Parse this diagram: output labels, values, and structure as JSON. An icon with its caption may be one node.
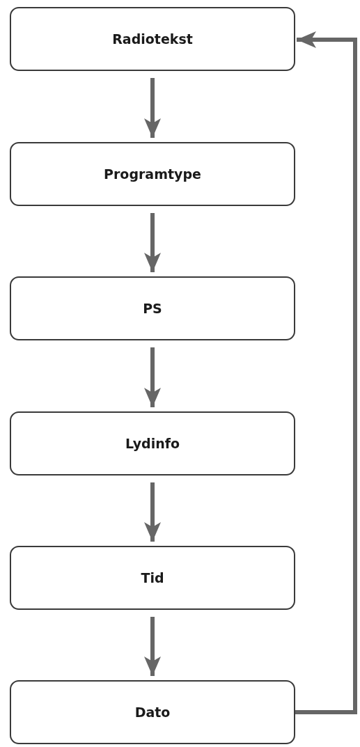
{
  "diagram": {
    "nodes": [
      {
        "text": [
          "Radiotekst"
        ]
      },
      {
        "text": [
          "Programtype"
        ]
      },
      {
        "text": [
          "PS"
        ]
      },
      {
        "text": [
          "Lydinfo"
        ]
      },
      {
        "text": [
          "Tid"
        ]
      },
      {
        "text": [
          "Dato"
        ]
      }
    ],
    "edges": [
      {
        "from": 0,
        "to": 1,
        "arrow": "to"
      },
      {
        "from": 1,
        "to": 2,
        "arrow": "to"
      },
      {
        "from": 2,
        "to": 3,
        "arrow": "to"
      },
      {
        "from": 3,
        "to": 4,
        "arrow": "to"
      },
      {
        "from": 4,
        "to": 5,
        "arrow": "to"
      },
      {
        "from": 5,
        "to": 0,
        "arrow": "to"
      }
    ]
  }
}
